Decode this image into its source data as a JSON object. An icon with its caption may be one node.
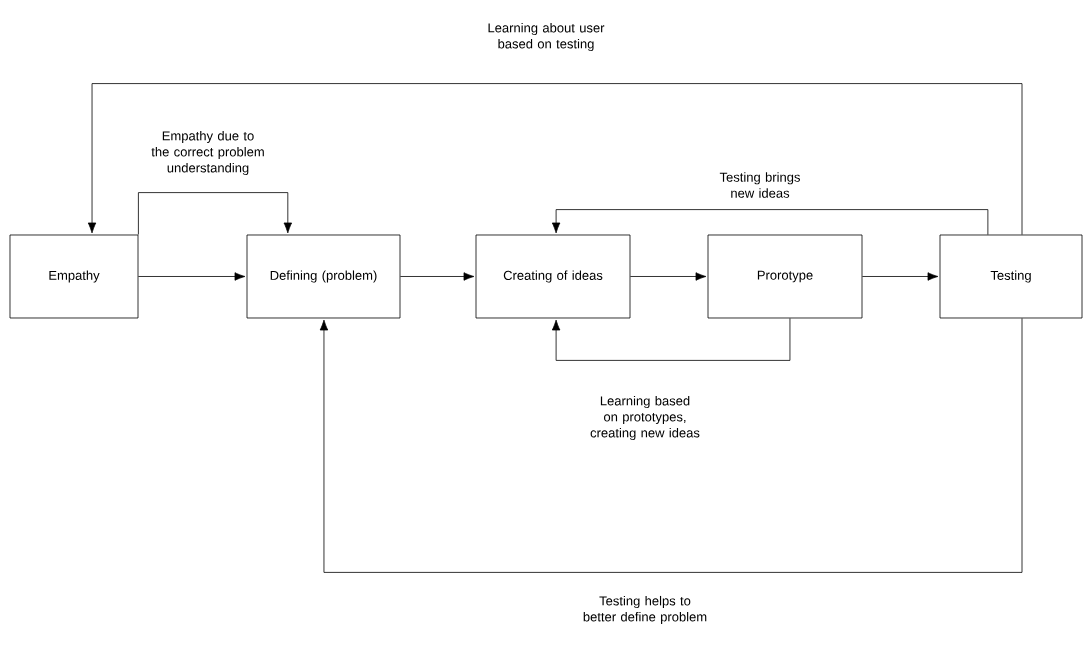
{
  "diagram": {
    "nodes": [
      {
        "text": [
          "Empathy"
        ]
      },
      {
        "text": [
          "Defining (problem)"
        ]
      },
      {
        "text": [
          "Creating of ideas"
        ]
      },
      {
        "text": [
          "Prorotype"
        ]
      },
      {
        "text": [
          "Testing"
        ]
      }
    ],
    "edges": [
      {
        "from": 0,
        "to": 1,
        "arrow": "to"
      },
      {
        "from": 0,
        "to": 1,
        "arrow": "to",
        "label": "Empathy due to the correct problem understanding"
      },
      {
        "from": 1,
        "to": 2,
        "arrow": "to"
      },
      {
        "from": 2,
        "to": 3,
        "arrow": "to"
      },
      {
        "from": 3,
        "to": 4,
        "arrow": "to"
      },
      {
        "from": 4,
        "to": 0,
        "arrow": "to",
        "label": "Learning about user based on testing"
      },
      {
        "from": 4,
        "to": 2,
        "arrow": "to",
        "label": "Testing brings new ideas"
      },
      {
        "from": 3,
        "to": 2,
        "arrow": "to",
        "label": "Learning based on prototypes, creating new ideas"
      },
      {
        "from": 4,
        "to": 1,
        "arrow": "to",
        "label": "Testing helps to better define problem"
      }
    ]
  }
}
